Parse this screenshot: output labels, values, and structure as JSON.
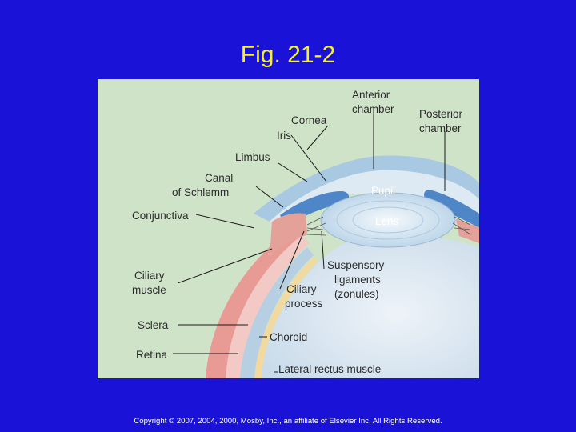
{
  "slide": {
    "title": "Fig. 21-2",
    "copyright": "Copyright © 2007, 2004, 2000, Mosby, Inc., an affiliate of Elsevier Inc. All Rights Reserved."
  },
  "diagram": {
    "labels": {
      "anterior_chamber": [
        "Anterior",
        "chamber"
      ],
      "posterior_chamber": [
        "Posterior",
        "chamber"
      ],
      "cornea": "Cornea",
      "iris": "Iris",
      "limbus": "Limbus",
      "canal_of_schlemm": [
        "Canal",
        "of Schlemm"
      ],
      "conjunctiva": "Conjunctiva",
      "pupil": "Pupil",
      "lens": "Lens",
      "suspensory_ligaments": [
        "Suspensory",
        "ligaments",
        "(zonules)"
      ],
      "ciliary_muscle": [
        "Ciliary",
        "muscle"
      ],
      "ciliary_process": [
        "Ciliary",
        "process"
      ],
      "sclera": "Sclera",
      "choroid": "Choroid",
      "retina": "Retina",
      "lateral_rectus_muscle": "Lateral rectus muscle"
    },
    "colors": {
      "background": "#cfe3c8",
      "eyeball": "#dbe7f1",
      "sclera": "#a9c8e2",
      "iris": "#4f86c8",
      "lens": "#d8e8f4",
      "muscle": "#e89a94",
      "choroid": "#f2d9a0"
    }
  }
}
